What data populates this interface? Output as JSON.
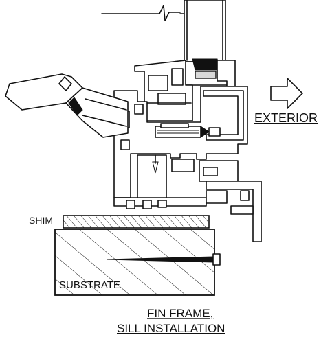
{
  "labels": {
    "exterior": "EXTERIOR",
    "shim": "SHIM",
    "substrate": "SUBSTRATE",
    "caption_line1": "FIN FRAME,",
    "caption_line2": "SILL INSTALLATION"
  },
  "icons": {
    "direction_arrow": "right-outline-arrow-icon",
    "break_line": "break-line-icon",
    "nail": "nail-icon"
  },
  "colors": {
    "line": "#111111",
    "background": "#ffffff",
    "glass_shade": "#d8d8d8"
  }
}
